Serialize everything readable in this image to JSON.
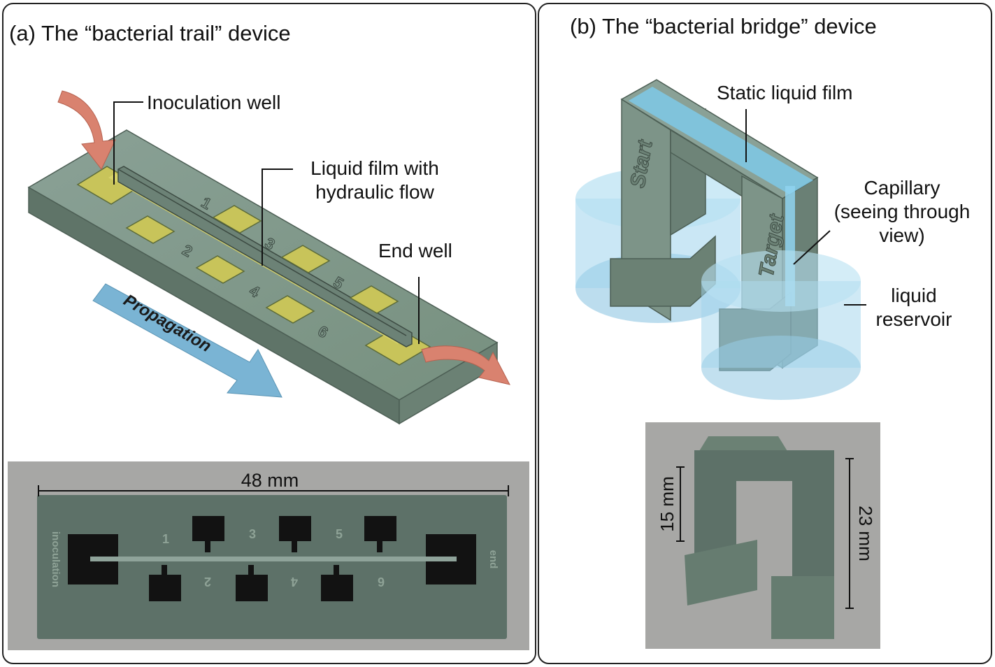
{
  "panel_a": {
    "title": "(a) The “bacterial trail” device",
    "labels": {
      "inoculation_well": "Inoculation well",
      "liquid_film_line1": "Liquid film with",
      "liquid_film_line2": "hydraulic flow",
      "end_well": "End well",
      "propagation": "Propagation"
    },
    "well_numbers": [
      "1",
      "2",
      "3",
      "4",
      "5",
      "6"
    ],
    "photo": {
      "dimension": "48 mm",
      "engraved_left": "inoculation",
      "engraved_right": "end",
      "numbers_top": [
        "1",
        "3",
        "5"
      ],
      "numbers_bottom": [
        "2",
        "4",
        "6"
      ]
    }
  },
  "panel_b": {
    "title": "(b) The “bacterial bridge” device",
    "labels": {
      "static_film": "Static liquid film",
      "capillary_line1": "Capillary",
      "capillary_line2": "(seeing through",
      "capillary_line3": "view)",
      "reservoir_line1": "liquid",
      "reservoir_line2": "reservoir",
      "start": "Start",
      "target": "Target"
    },
    "photo": {
      "dim_left": "15 mm",
      "dim_right": "23 mm"
    }
  },
  "colors": {
    "device_green": "#7d9488",
    "device_dark": "#5c7166",
    "well_yellow": "#c8c45a",
    "arrow_red": "#d9826f",
    "arrow_blue": "#7ab4d4",
    "liquid_blue": "#9fd4ec",
    "photo_bg": "#a7a7a5"
  }
}
